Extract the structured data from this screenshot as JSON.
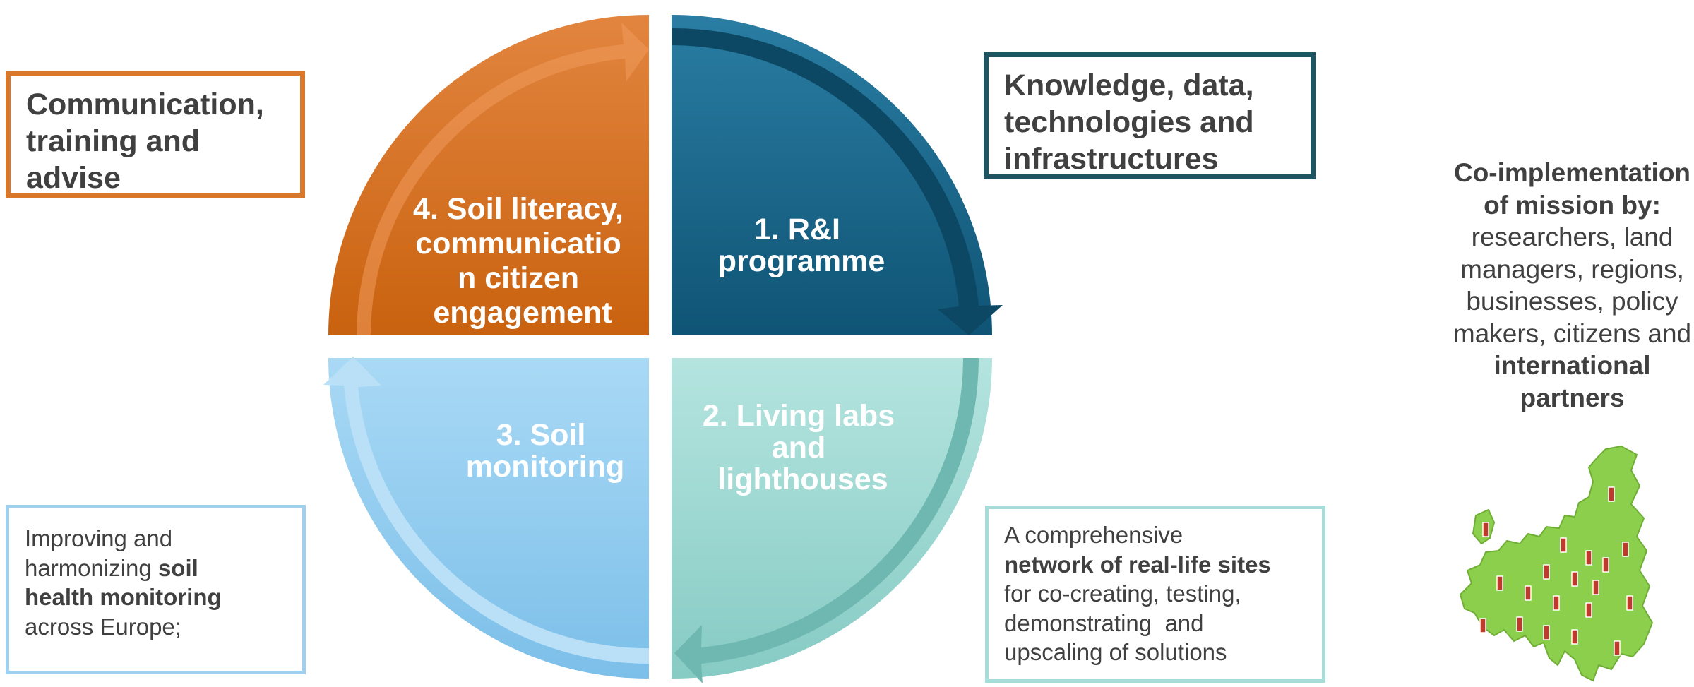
{
  "cycle": {
    "quadrants": [
      {
        "id": "rni",
        "lines": [
          "1. R&I",
          "programme"
        ],
        "color": "#1a6a8d"
      },
      {
        "id": "labs",
        "lines": [
          "2. Living labs",
          "and",
          "lighthouses"
        ],
        "color": "#9dd6d0"
      },
      {
        "id": "monitor",
        "lines": [
          "3. Soil",
          "monitoring"
        ],
        "color": "#90caf0"
      },
      {
        "id": "literacy",
        "lines": [
          "4. Soil literacy,",
          "communicatio",
          "n citizen",
          "engagement"
        ],
        "color": "#d6701f"
      }
    ]
  },
  "boxes": {
    "communication": {
      "lines": [
        "Communication,",
        "training and",
        "advise"
      ]
    },
    "knowledge": {
      "lines": [
        "Knowledge, data,",
        "technologies and",
        "infrastructures"
      ]
    },
    "monitoring": {
      "l1": "Improving and",
      "l2_pre": "harmonizing ",
      "l2_bold": "soil",
      "l3_bold": "health monitoring",
      "l4": "across Europe;"
    },
    "network": {
      "l1": "A comprehensive",
      "l2_bold": "network of real-life sites",
      "l3": "for co-creating, testing,",
      "l4": "demonstrating  and",
      "l5": "upscaling of solutions"
    }
  },
  "side_text": {
    "bold1": "Co-implementation",
    "bold2": "of mission by:",
    "l1": "researchers, land",
    "l2": "managers, regions,",
    "l3": "businesses, policy",
    "l4": "makers, citizens and",
    "bold3": "international",
    "bold4": "partners"
  },
  "colors": {
    "orange": "#d6701f",
    "teal_dark": "#1a6a8d",
    "mint": "#9dd6d0",
    "sky": "#90caf0",
    "map_green": "#8ccf4d",
    "text": "#404040"
  }
}
